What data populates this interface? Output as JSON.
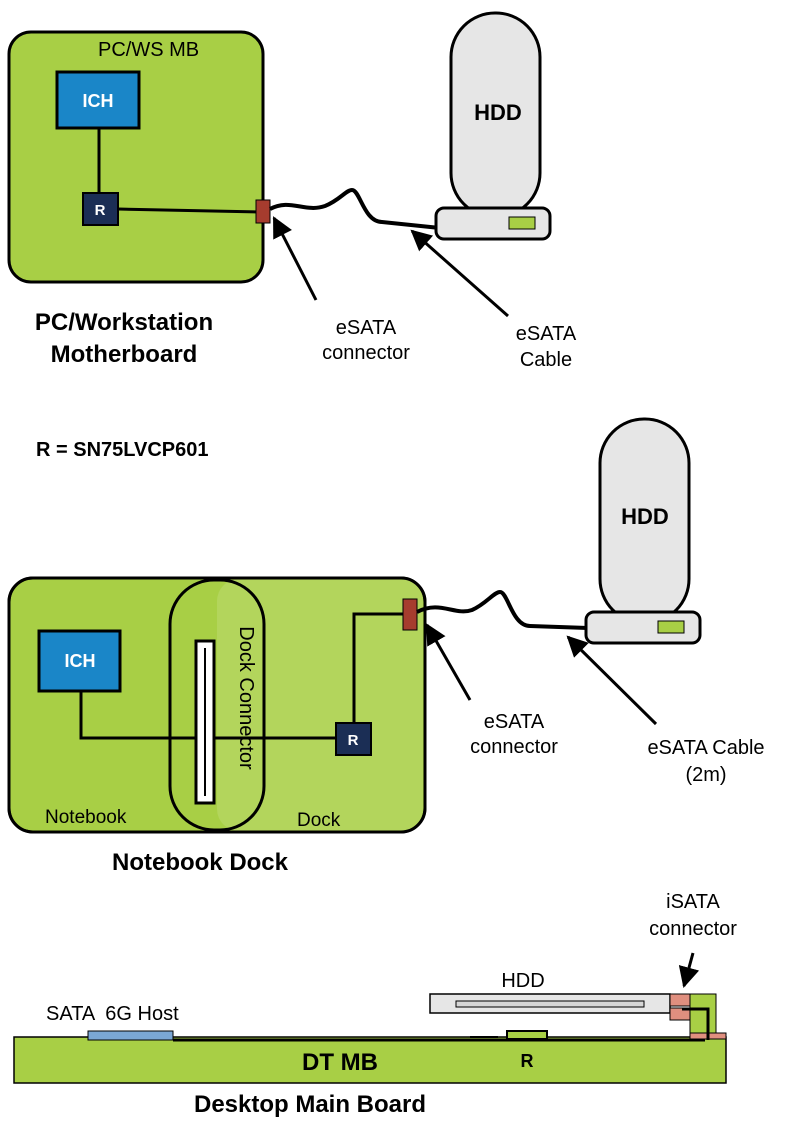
{
  "colors": {
    "board": "#a8cf45",
    "board_light": "#b3d55c",
    "ich": "#1a86c8",
    "redriver": "#1b2e55",
    "hdd_fill": "#e6e6e6",
    "hdd_led": "#a8cf45",
    "connector": "#a63c2e",
    "isata_connector": "#e08f7f",
    "sata_host": "#7ba7d4"
  },
  "section1": {
    "board_label": "PC/WS MB",
    "ich_label": "ICH",
    "r_label": "R",
    "hdd_label": "HDD",
    "caption_line1": "PC/Workstation",
    "caption_line2": "Motherboard",
    "connector_line1": "eSATA",
    "connector_line2": "connector",
    "cable_line1": "eSATA",
    "cable_line2": "Cable"
  },
  "legend": {
    "r_definition": "R = SN75LVCP601"
  },
  "section2": {
    "hdd_label": "HDD",
    "ich_label": "ICH",
    "dock_connector_label": "Dock Connector",
    "r_label": "R",
    "notebook_label": "Notebook",
    "dock_label": "Dock",
    "caption": "Notebook Dock",
    "connector_line1": "eSATA",
    "connector_line2": "connector",
    "cable_line1": "eSATA Cable",
    "cable_line2": "(2m)"
  },
  "section3": {
    "isata_line1": "iSATA",
    "isata_line2": "connector",
    "hdd_label": "HDD",
    "host_label": "SATA  6G Host",
    "board_label": "DT MB",
    "r_label": "R",
    "caption": "Desktop Main Board"
  }
}
